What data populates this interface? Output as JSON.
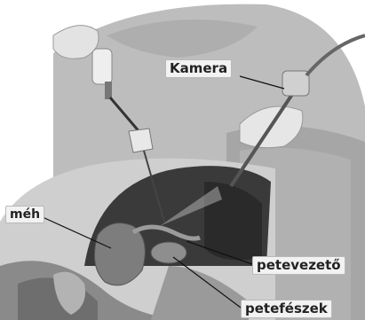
{
  "labels": {
    "camera": "Kamera",
    "uterus": "méh",
    "fallopian_tube": "petevezető",
    "ovary": "petefészek"
  },
  "colors": {
    "skin": "#d8d8d8",
    "gown": "#b5b5b5",
    "drape": "#a9a9a9",
    "cavity": "#3a3a3a",
    "organ": "#7d7d7d"
  }
}
